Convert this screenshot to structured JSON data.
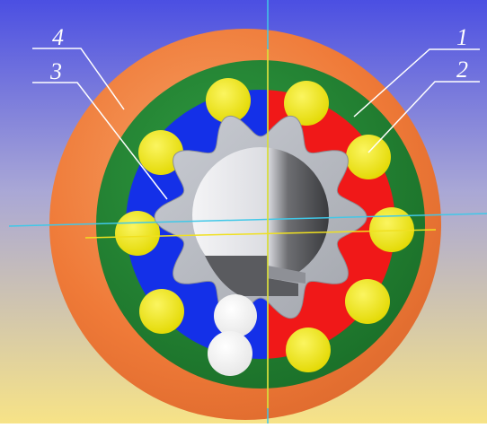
{
  "labels": [
    {
      "id": "label-1",
      "text": "1"
    },
    {
      "id": "label-2",
      "text": "2"
    },
    {
      "id": "label-3",
      "text": "3"
    },
    {
      "id": "label-4",
      "text": "4"
    }
  ],
  "colors": {
    "background_top": "#4a4fe0",
    "background_bottom": "#f6e08a",
    "outer_ring": "#f07a3a",
    "middle_ring": "#1f7a2e",
    "cam_blue": "#1430e8",
    "cam_red": "#f01818",
    "rollers": "#f2ea10",
    "white_balls": "#ffffff",
    "gear": "#b9bcc3",
    "axis_cyan": "#40c8e8",
    "axis_yellow": "#f0e020"
  }
}
